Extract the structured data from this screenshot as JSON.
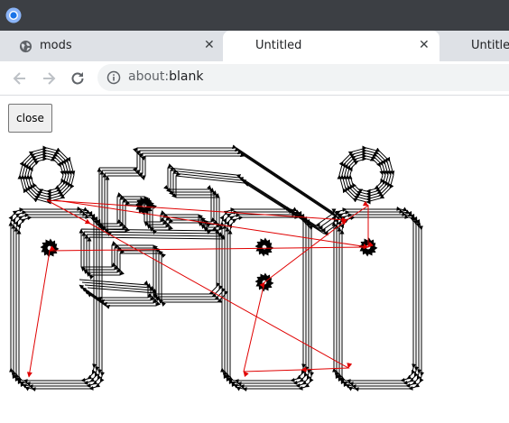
{
  "browser": {
    "tabs": [
      {
        "label": "mods",
        "icon": "globe-icon",
        "active": false
      },
      {
        "label": "Untitled",
        "active": true
      },
      {
        "label": "Untitle",
        "active": false
      }
    ],
    "address": {
      "scheme": "about:",
      "path": "blank"
    }
  },
  "page": {
    "close_label": "close"
  },
  "colors": {
    "path_stroke": "#000000",
    "jump_stroke": "#e00000"
  }
}
